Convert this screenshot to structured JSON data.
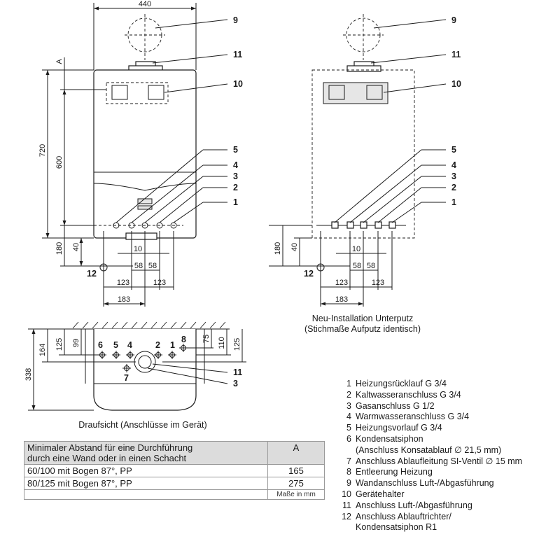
{
  "dimensions": {
    "width_440": "440",
    "a": "A",
    "h720": "720",
    "h600": "600",
    "h180": "180",
    "h40": "40",
    "d10": "10",
    "d58a": "58",
    "d58b": "58",
    "d123a": "123",
    "d123b": "123",
    "d183": "183",
    "h125": "125",
    "h99": "99",
    "h164": "164",
    "h338": "338",
    "h75": "75",
    "h110": "110",
    "h125r": "125"
  },
  "callouts": {
    "c1": "1",
    "c2": "2",
    "c3": "3",
    "c4": "4",
    "c5": "5",
    "c9": "9",
    "c10": "10",
    "c11": "11",
    "c12": "12",
    "p6": "6",
    "p5": "5",
    "p4": "4",
    "p2": "2",
    "p1": "1",
    "p8": "8",
    "p7": "7"
  },
  "captions": {
    "right_view_line1": "Neu-Installation Unterputz",
    "right_view_line2": "(Stichmaße Aufputz identisch)",
    "top_view": "Draufsicht (Anschlüsse im Gerät)"
  },
  "table": {
    "header_line1": "Minimaler Abstand für eine Durchführung",
    "header_line2": "durch eine Wand oder in einen Schacht",
    "header_col": "A",
    "rows": [
      {
        "label": "60/100 mit Bogen 87°, PP",
        "value": "165"
      },
      {
        "label": "80/125 mit Bogen 87°, PP",
        "value": "275"
      }
    ],
    "unit": "Maße in mm"
  },
  "legend": [
    {
      "num": "1",
      "text": "Heizungsrücklauf G 3/4"
    },
    {
      "num": "2",
      "text": "Kaltwasseranschluss G 3/4"
    },
    {
      "num": "3",
      "text": "Gasanschluss G 1/2"
    },
    {
      "num": "4",
      "text": "Warmwasseranschluss G 3/4"
    },
    {
      "num": "5",
      "text": "Heizungsvorlauf G 3/4"
    },
    {
      "num": "6",
      "text": "Kondensatsiphon"
    },
    {
      "num": "",
      "text": "(Anschluss Konsatablauf ∅ 21,5 mm)"
    },
    {
      "num": "7",
      "text": "Anschluss Ablaufleitung SI-Ventil ∅ 15 mm"
    },
    {
      "num": "8",
      "text": "Entleerung Heizung"
    },
    {
      "num": "9",
      "text": "Wandanschluss Luft-/Abgasführung"
    },
    {
      "num": "10",
      "text": "Gerätehalter"
    },
    {
      "num": "11",
      "text": "Anschluss Luft-/Abgasführung"
    },
    {
      "num": "12",
      "text": "Anschluss Ablauftrichter/"
    },
    {
      "num": "",
      "text": "Kondensatsiphon R1"
    }
  ]
}
